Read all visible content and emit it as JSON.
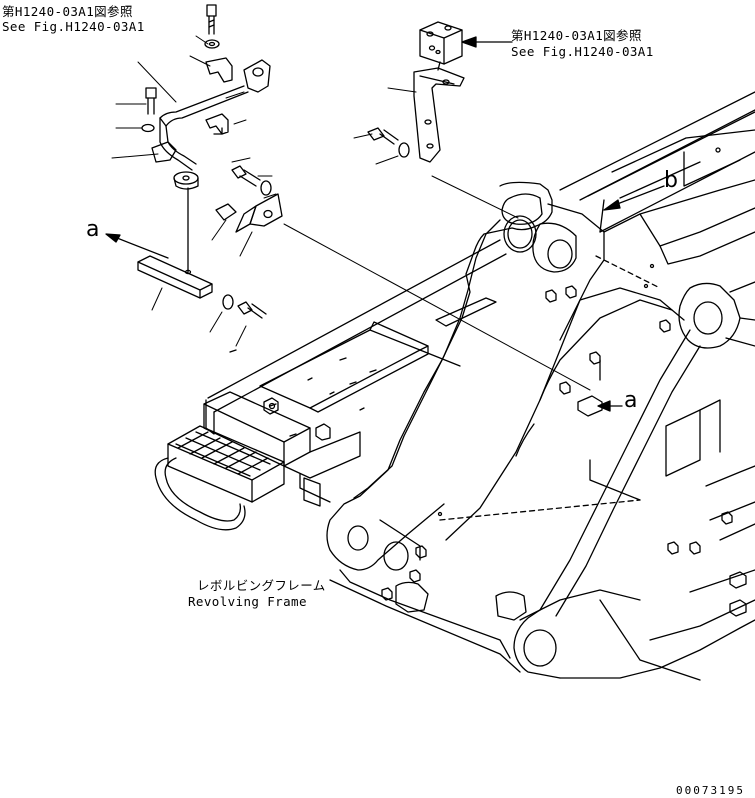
{
  "callouts": {
    "ref_top_left_jp": "第H1240-03A1図参照",
    "ref_top_left_en": "See Fig.H1240-03A1",
    "ref_top_right_jp": "第H1240-03A1図参照",
    "ref_top_right_en": "See Fig.H1240-03A1",
    "frame_jp": "レボルビングフレーム",
    "frame_en": "Revolving Frame"
  },
  "view_letters": {
    "a_left": "a",
    "a_right": "a",
    "b": "b"
  },
  "document_number": "00073195",
  "colors": {
    "line": "#000000",
    "background": "#ffffff"
  }
}
